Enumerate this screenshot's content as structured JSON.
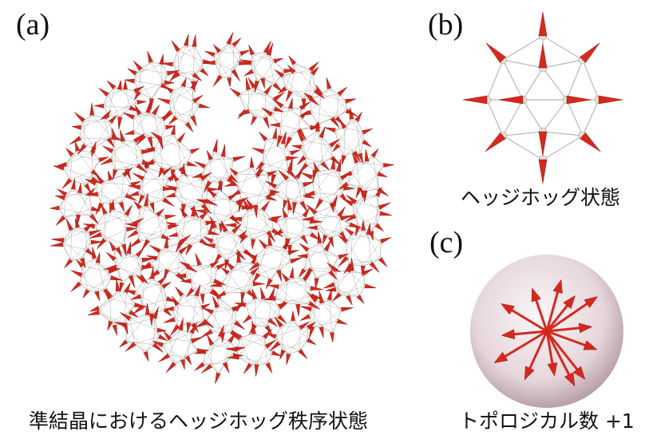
{
  "panels": {
    "a": {
      "label": "(a)",
      "caption": "準結晶におけるヘッジホッグ秩序状態"
    },
    "b": {
      "label": "(b)",
      "caption": "ヘッジホッグ状態"
    },
    "c": {
      "label": "(c)",
      "caption": "トポロジカル数 +1"
    }
  },
  "colors": {
    "arrow": "#d42a1e",
    "arrow_dark": "#9b1010",
    "atom": "#e8e2d8",
    "bond": "#9a9a9a",
    "sphere_center": "#f4ecef",
    "sphere_edge": "#b89ea8"
  }
}
